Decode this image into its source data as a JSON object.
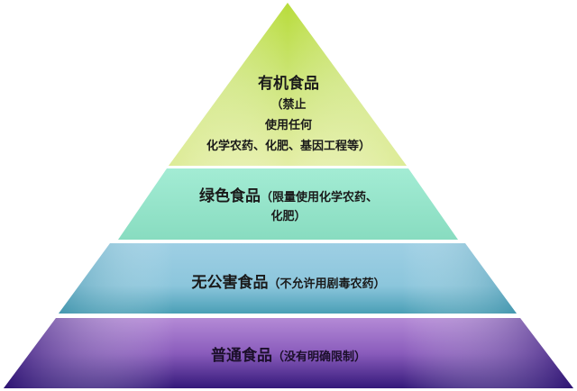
{
  "diagram": {
    "type": "pyramid",
    "tiers": [
      {
        "level": 1,
        "title": "有机食品",
        "note_line1": "（禁止",
        "note_line2": "使用任何",
        "note_line3": "化学农药、化肥、基因工程等）",
        "color_top": "#c9e26a",
        "color_bottom": "#e2eda0"
      },
      {
        "level": 2,
        "title": "绿色食品",
        "note_line1": "（限量使用化学农药、",
        "note_line2": "化肥）",
        "color_top": "#9fe8cf",
        "color_bottom": "#8adcc0"
      },
      {
        "level": 3,
        "title": "无公害食品",
        "note_line1": "（不允许用剧毒农药）",
        "color_top": "#a9d8ea",
        "color_bottom": "#4fa8bd"
      },
      {
        "level": 4,
        "title": "普通食品",
        "note_line1": "（没有明确限制）",
        "color_top": "#b88ed8",
        "color_bottom": "#3a1f7a"
      }
    ]
  }
}
